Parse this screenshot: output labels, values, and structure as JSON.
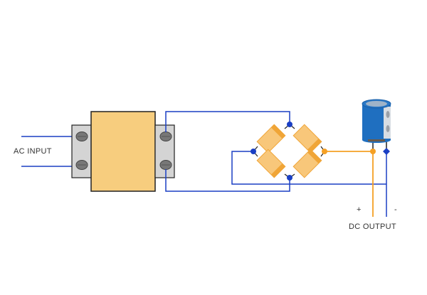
{
  "title": "Bridge rectifier power supply circuit",
  "labels": {
    "ac_input": "AC INPUT",
    "dc_output": "DC OUTPUT",
    "plus": "+",
    "minus": "-"
  },
  "components": {
    "transformer": "transformer",
    "bridge": "bridge rectifier (4 diodes)",
    "capacitor": "electrolytic capacitor"
  },
  "colors": {
    "wire_blue": "#1a3fc4",
    "wire_orange": "#f5a024",
    "transformer_core": "#f7cd7e",
    "terminal_block": "#d4d4d4",
    "diode_fill": "#f8c77a",
    "diode_band": "#f0a537",
    "capacitor_body": "#1f6fc0",
    "capacitor_top": "#9fb3c8"
  }
}
